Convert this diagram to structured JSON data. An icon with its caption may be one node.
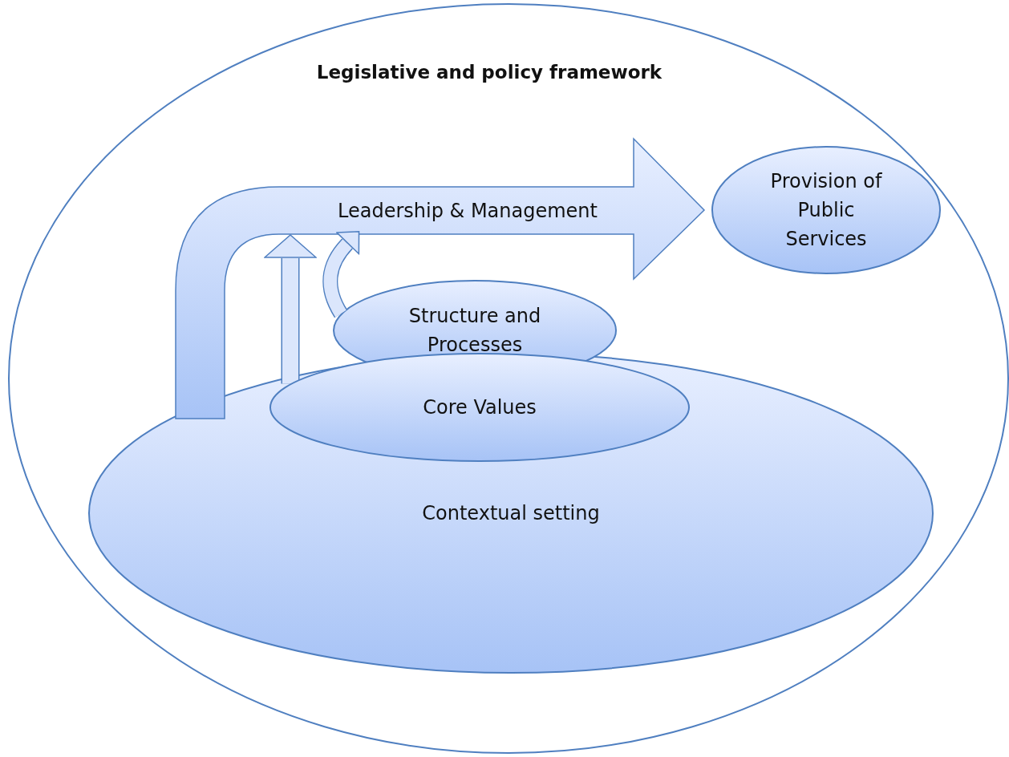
{
  "diagram": {
    "nodes": [
      {
        "text": [
          "Legislative and policy framework"
        ]
      },
      {
        "text": [
          "Provision of Public Services"
        ],
        "in": 0
      },
      {
        "text": [
          "Leadership & Management"
        ],
        "in": 0
      },
      {
        "text": [
          "Structure and Processes"
        ],
        "in": 0
      },
      {
        "text": [
          "Core Values"
        ],
        "in": 5
      },
      {
        "text": [
          "Contextual setting"
        ],
        "in": 0
      }
    ],
    "edges": [
      {
        "from": 4,
        "to": 2,
        "arrow": "to"
      },
      {
        "from": 3,
        "to": 2,
        "arrow": "to"
      }
    ]
  }
}
